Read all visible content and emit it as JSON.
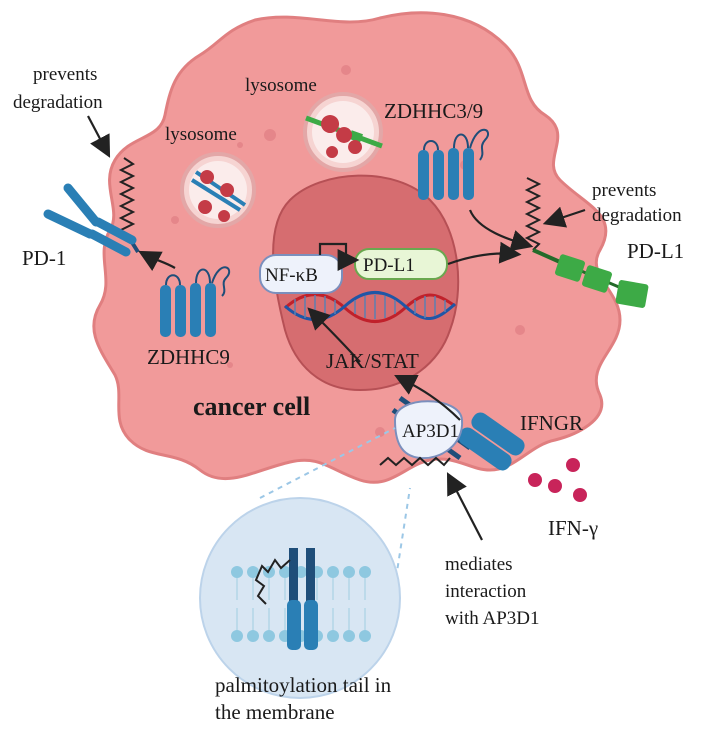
{
  "labels": {
    "prevents_degradation_left_1": "prevents",
    "prevents_degradation_left_2": "degradation",
    "prevents_degradation_right_1": "prevents",
    "prevents_degradation_right_2": "degradation",
    "lysosome_top": "lysosome",
    "lysosome_left": "lysosome",
    "zdhhc39": "ZDHHC3/9",
    "zdhhc9": "ZDHHC9",
    "pd1": "PD-1",
    "pdl1_right": "PD-L1",
    "nfkb": "NF-κB",
    "pdl1_box": "PD-L1",
    "jak_stat": "JAK/STAT",
    "cancer_cell": "cancer cell",
    "ap3d1": "AP3D1",
    "ifngr": "IFNGR",
    "ifn_gamma": "IFN-γ",
    "mediates_1": "mediates",
    "mediates_2": "interaction",
    "mediates_3": "with AP3D1",
    "palm_1": "palmitoylation tail in",
    "palm_2": "the membrane"
  },
  "colors": {
    "cell_fill": "#f19a9a",
    "cell_stroke": "#e07f80",
    "nucleus_fill": "#d66d70",
    "nucleus_stroke": "#b65055",
    "receptor_blue": "#2a7fb5",
    "receptor_dark": "#1f4e79",
    "pdl1_green": "#3daa46",
    "pdl1_dark": "#246b2a",
    "pdl1_box_fill": "#e8f6d6",
    "pdl1_box_stroke": "#6aa84f",
    "nfkb_box_fill": "#eef2fb",
    "nfkb_box_stroke": "#7b8fbd",
    "ifn_dot": "#c8245a",
    "membrane_head": "#8ec8e0",
    "zoom_circle": "#d8e6f3",
    "dna_red": "#c0212b",
    "dna_blue": "#2056a6"
  },
  "icons": [
    "pd1-antibody-icon",
    "zdhhc-enzyme-icon",
    "pdl1-protein-icon",
    "lysosome-icon",
    "dna-helix-icon",
    "ifngr-receptor-icon",
    "ifn-gamma-ligand-icon",
    "membrane-bilayer-icon"
  ]
}
